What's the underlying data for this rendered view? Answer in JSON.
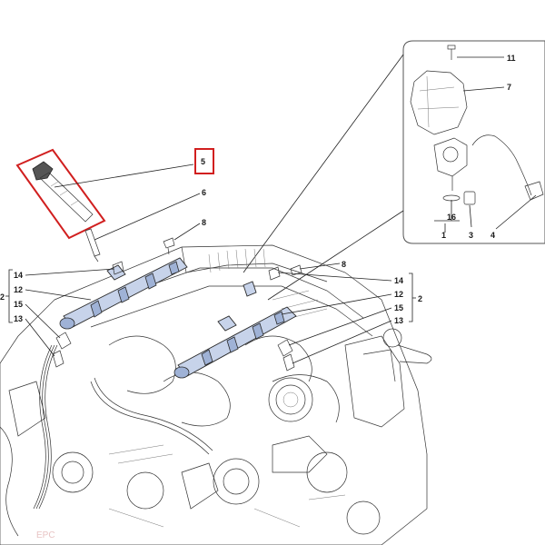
{
  "callouts": {
    "c1": "1",
    "c2_left": "2",
    "c2_right": "2",
    "c3": "3",
    "c4": "4",
    "c5": "5",
    "c6": "6",
    "c7": "7",
    "c8_top": "8",
    "c8_mid": "8",
    "c11": "11",
    "c12_left": "12",
    "c12_right": "12",
    "c13_left": "13",
    "c13_right": "13",
    "c14_left": "14",
    "c14_right": "14",
    "c15_left": "15",
    "c15_right": "15",
    "c16": "16"
  },
  "colors": {
    "highlight_red": "#d11f1f",
    "part_blue": "#c7d3ea"
  },
  "watermark": "EPC"
}
